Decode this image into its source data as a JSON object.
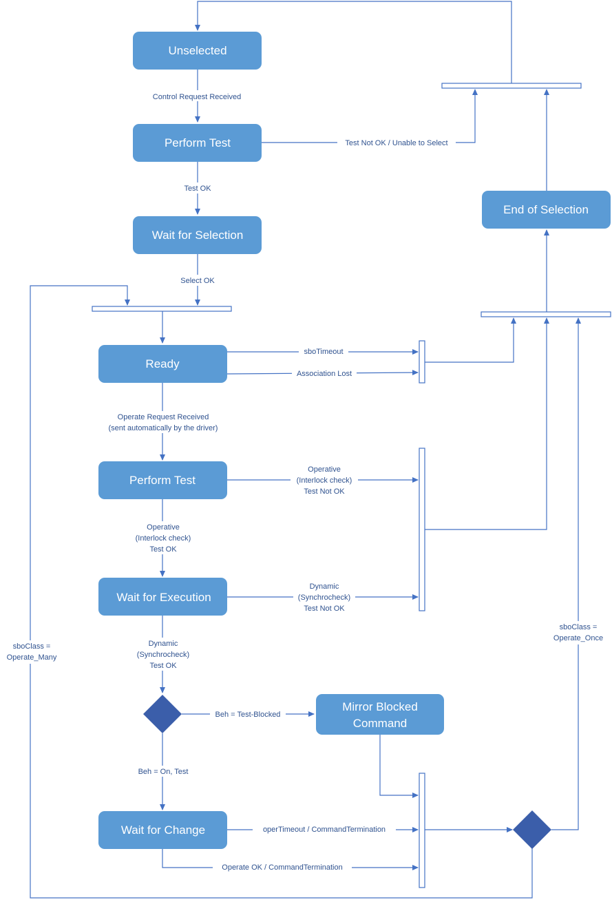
{
  "states": {
    "unselected": "Unselected",
    "perform_test_1": "Perform Test",
    "wait_for_selection": "Wait for Selection",
    "end_of_selection": "End of Selection",
    "ready": "Ready",
    "perform_test_2": "Perform Test",
    "wait_for_execution": "Wait for Execution",
    "mirror_blocked_l1": "Mirror Blocked",
    "mirror_blocked_l2": "Command",
    "wait_for_change": "Wait for Change"
  },
  "labels": {
    "control_request": "Control Request Received",
    "test_not_ok_unable": "Test Not OK / Unable to Select",
    "test_ok": "Test OK",
    "select_ok": "Select OK",
    "sbo_timeout": "sboTimeout",
    "association_lost": "Association Lost",
    "operate_request_l1": "Operate Request Received",
    "operate_request_l2": "(sent automatically by the driver)",
    "op_interlock_notok_l1": "Operative",
    "op_interlock_notok_l2": "(Interlock check)",
    "op_interlock_notok_l3": "Test Not OK",
    "op_interlock_ok_l1": "Operative",
    "op_interlock_ok_l2": "(Interlock check)",
    "op_interlock_ok_l3": "Test OK",
    "dyn_sync_notok_l1": "Dynamic",
    "dyn_sync_notok_l2": "(Synchrocheck)",
    "dyn_sync_notok_l3": "Test Not OK",
    "dyn_sync_ok_l1": "Dynamic",
    "dyn_sync_ok_l2": "(Synchrocheck)",
    "dyn_sync_ok_l3": "Test OK",
    "beh_test_blocked": "Beh = Test-Blocked",
    "beh_on_test": "Beh = On, Test",
    "oper_timeout": "operTimeout / CommandTermination",
    "operate_ok": "Operate OK / CommandTermination",
    "sbo_many_l1": "sboClass =",
    "sbo_many_l2": "Operate_Many",
    "sbo_once_l1": "sboClass =",
    "sbo_once_l2": "Operate_Once"
  },
  "colors": {
    "state_fill": "#5b9bd5",
    "line": "#4472c4",
    "label_text": "#2f528f",
    "decision": "#3b5eaa"
  }
}
